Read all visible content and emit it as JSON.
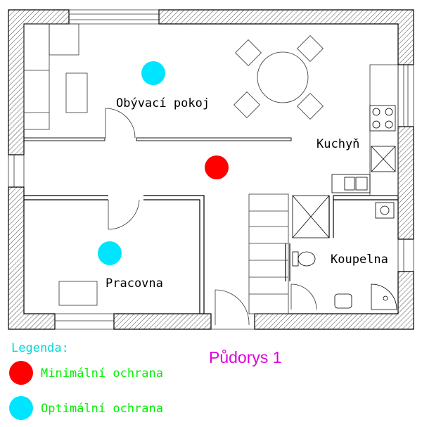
{
  "title": "Půdorys 1",
  "rooms": {
    "living": "Obývací pokoj",
    "kitchen": "Kuchyň",
    "study": "Pracovna",
    "bathroom": "Koupelna"
  },
  "legend": {
    "title": "Legenda:",
    "items": [
      {
        "label": "Minimální ochrana",
        "color": "#ff0000"
      },
      {
        "label": "Optimální ochrana",
        "color": "#00e5ff"
      }
    ]
  },
  "markers": [
    {
      "room": "living",
      "level": "optimal",
      "color": "#00e5ff"
    },
    {
      "room": "hall",
      "level": "minimal",
      "color": "#ff0000"
    },
    {
      "room": "study",
      "level": "optimal",
      "color": "#00e5ff"
    }
  ]
}
